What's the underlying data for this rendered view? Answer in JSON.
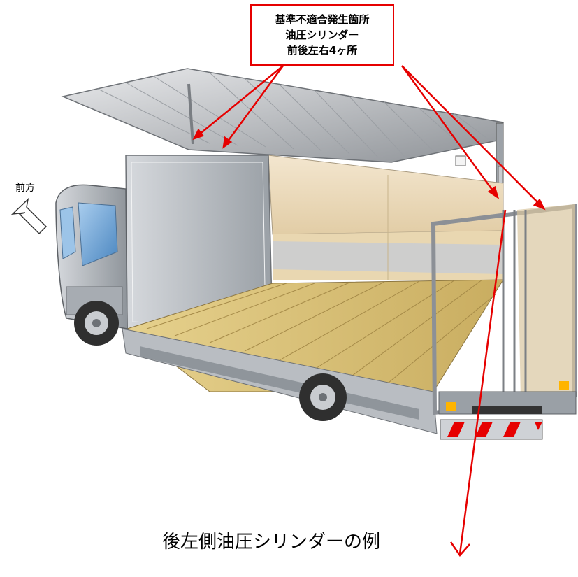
{
  "callout": {
    "line1": "基準不適合発生箇所",
    "line2": "油圧シリンダー",
    "line3": "前後左右4ヶ所"
  },
  "direction_label": "前方",
  "caption": "後左側油圧シリンダーの例",
  "colors": {
    "annotation_red": "#e60000",
    "deck_wood": "#d9c27a",
    "body_silver": "#b8bcc2",
    "cab_blue": "#6fa6d6"
  },
  "icons": {
    "direction_arrow": "arrow-up-left-icon"
  }
}
